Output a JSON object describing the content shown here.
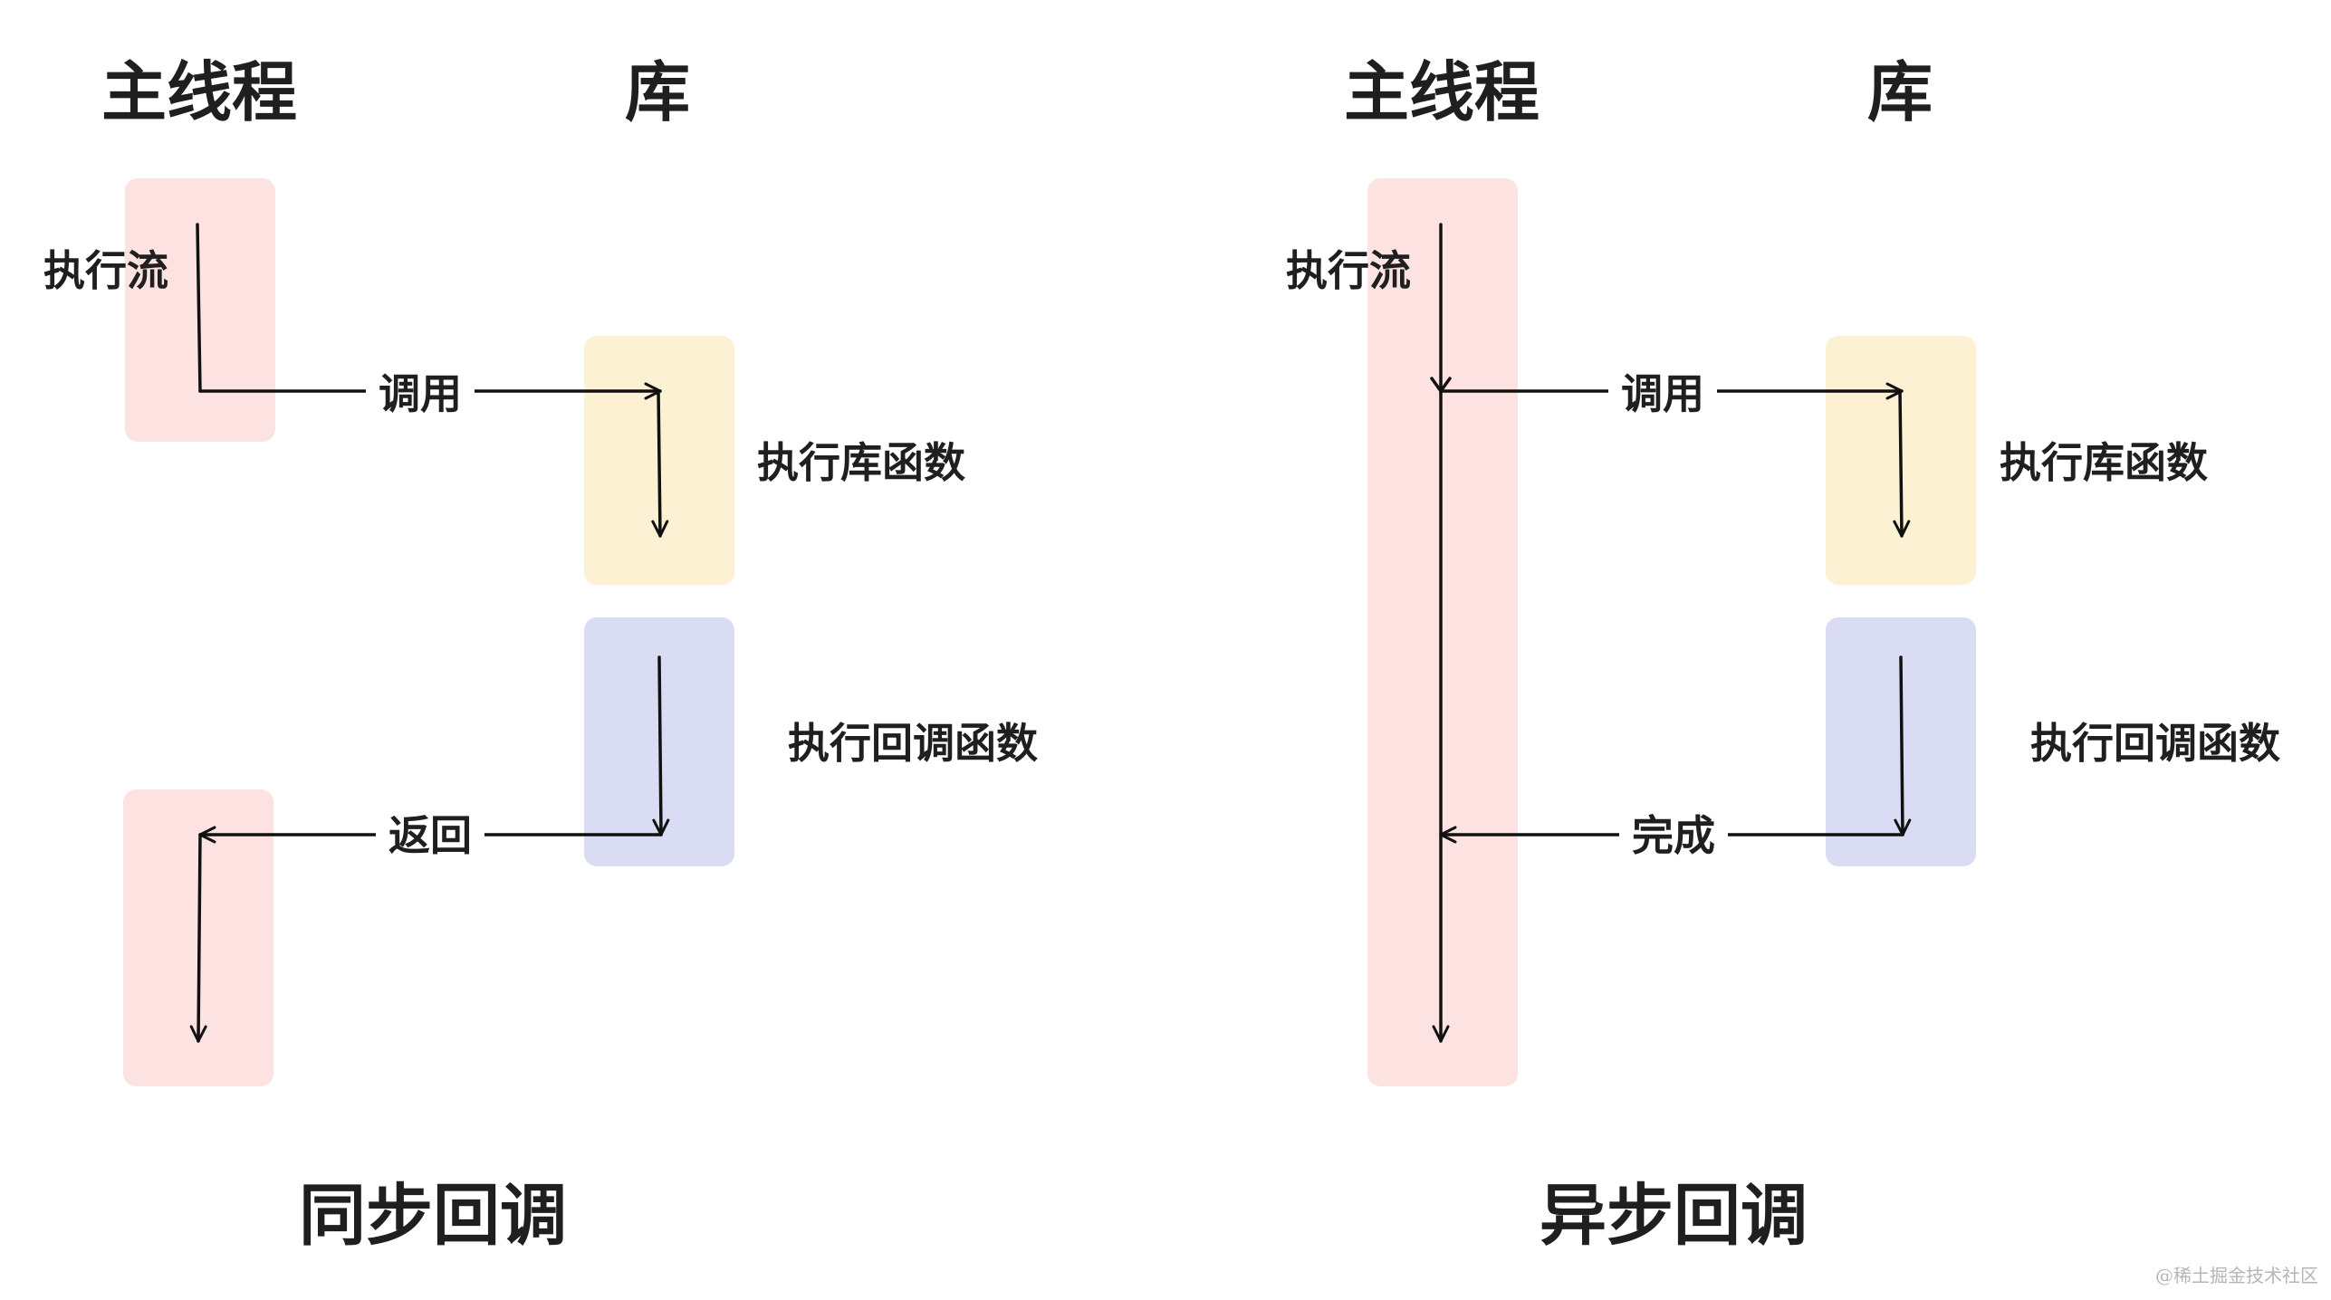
{
  "colors": {
    "main_thread": "#fde2e2",
    "library_function": "#fdf1d3",
    "callback_function": "#dadcf3",
    "line": "#111111"
  },
  "panels": [
    {
      "heading_main": "主线程",
      "heading_lib": "库",
      "flow_label": "执行流",
      "call_label": "调用",
      "exec_lib_label": "执行库函数",
      "exec_cb_label": "执行回调函数",
      "return_label": "返回",
      "title": "同步回调"
    },
    {
      "heading_main": "主线程",
      "heading_lib": "库",
      "flow_label": "执行流",
      "call_label": "调用",
      "exec_lib_label": "执行库函数",
      "exec_cb_label": "执行回调函数",
      "return_label": "完成",
      "title": "异步回调"
    }
  ],
  "watermark": "@稀土掘金技术社区"
}
